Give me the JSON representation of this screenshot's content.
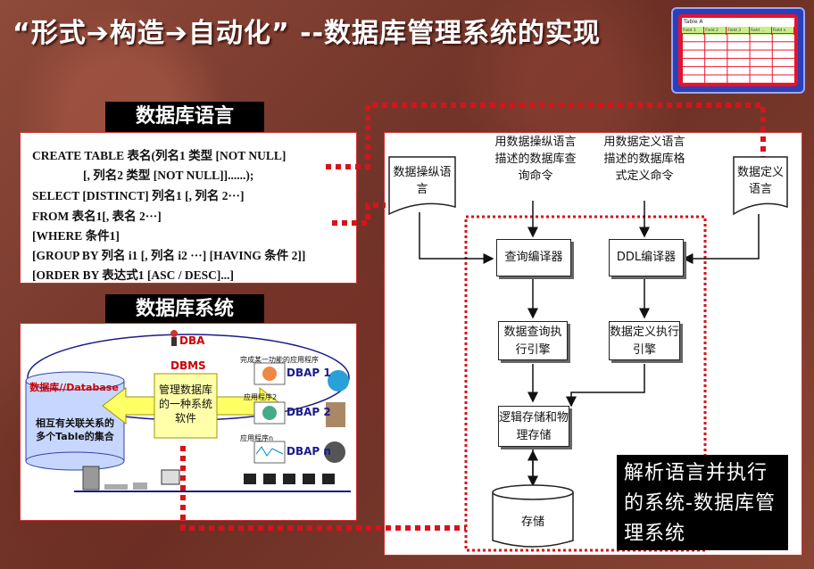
{
  "title": "“形式➔构造➔自动化” --数据库管理系统的实现",
  "table_icon": {
    "title": "Table A",
    "fields": [
      "Field 1",
      "Field 2",
      "Field 3",
      "Field ...",
      "Field n"
    ]
  },
  "db_language_label": "数据库语言",
  "sql_lines": [
    "CREATE    TABLE  表名(列名1   类型    [NOT NULL]",
    "[, 列名2   类型    [NOT NULL]]......);",
    "SELECT     [DISTINCT]    列名1 [, 列名 2···]",
    "FROM  表名1[, 表名 2···]",
    "[WHERE  条件1]",
    "[GROUP BY  列名 i1    [, 列名 i2 ···] [HAVING  条件 2]]",
    "[ORDER BY  表达式1    [ASC / DESC]...]"
  ],
  "db_system_label": "数据库系统",
  "dbsys": {
    "dba": "DBA",
    "dbms": "DBMS",
    "db_title": "数据库//Database",
    "db_desc": "相互有关联关系的多个Table的集合",
    "core": "管理数据库的一种系统软件",
    "app_note": "完成某一功能的应用程序",
    "app2": "应用程序2",
    "appn": "应用程序n",
    "dbap1": "DBAP 1",
    "dbap2": "DBAP 2",
    "dbapn": "DBAP n"
  },
  "flow": {
    "input_left": "数据操纵语言",
    "input_right": "数据定义语言",
    "note_left": "用数据操纵语言描述的数据库查询命令",
    "note_right": "用数据定义语言描述的数据库格式定义命令",
    "query_compiler": "查询编译器",
    "ddl_compiler": "DDL编译器",
    "query_engine": "数据查询执行引擎",
    "ddl_engine": "数据定义执行引擎",
    "storage_mgr": "逻辑存储和物理存储",
    "storage": "存储"
  },
  "overlay_text": "解析语言并执行的系统-数据库管理系统"
}
